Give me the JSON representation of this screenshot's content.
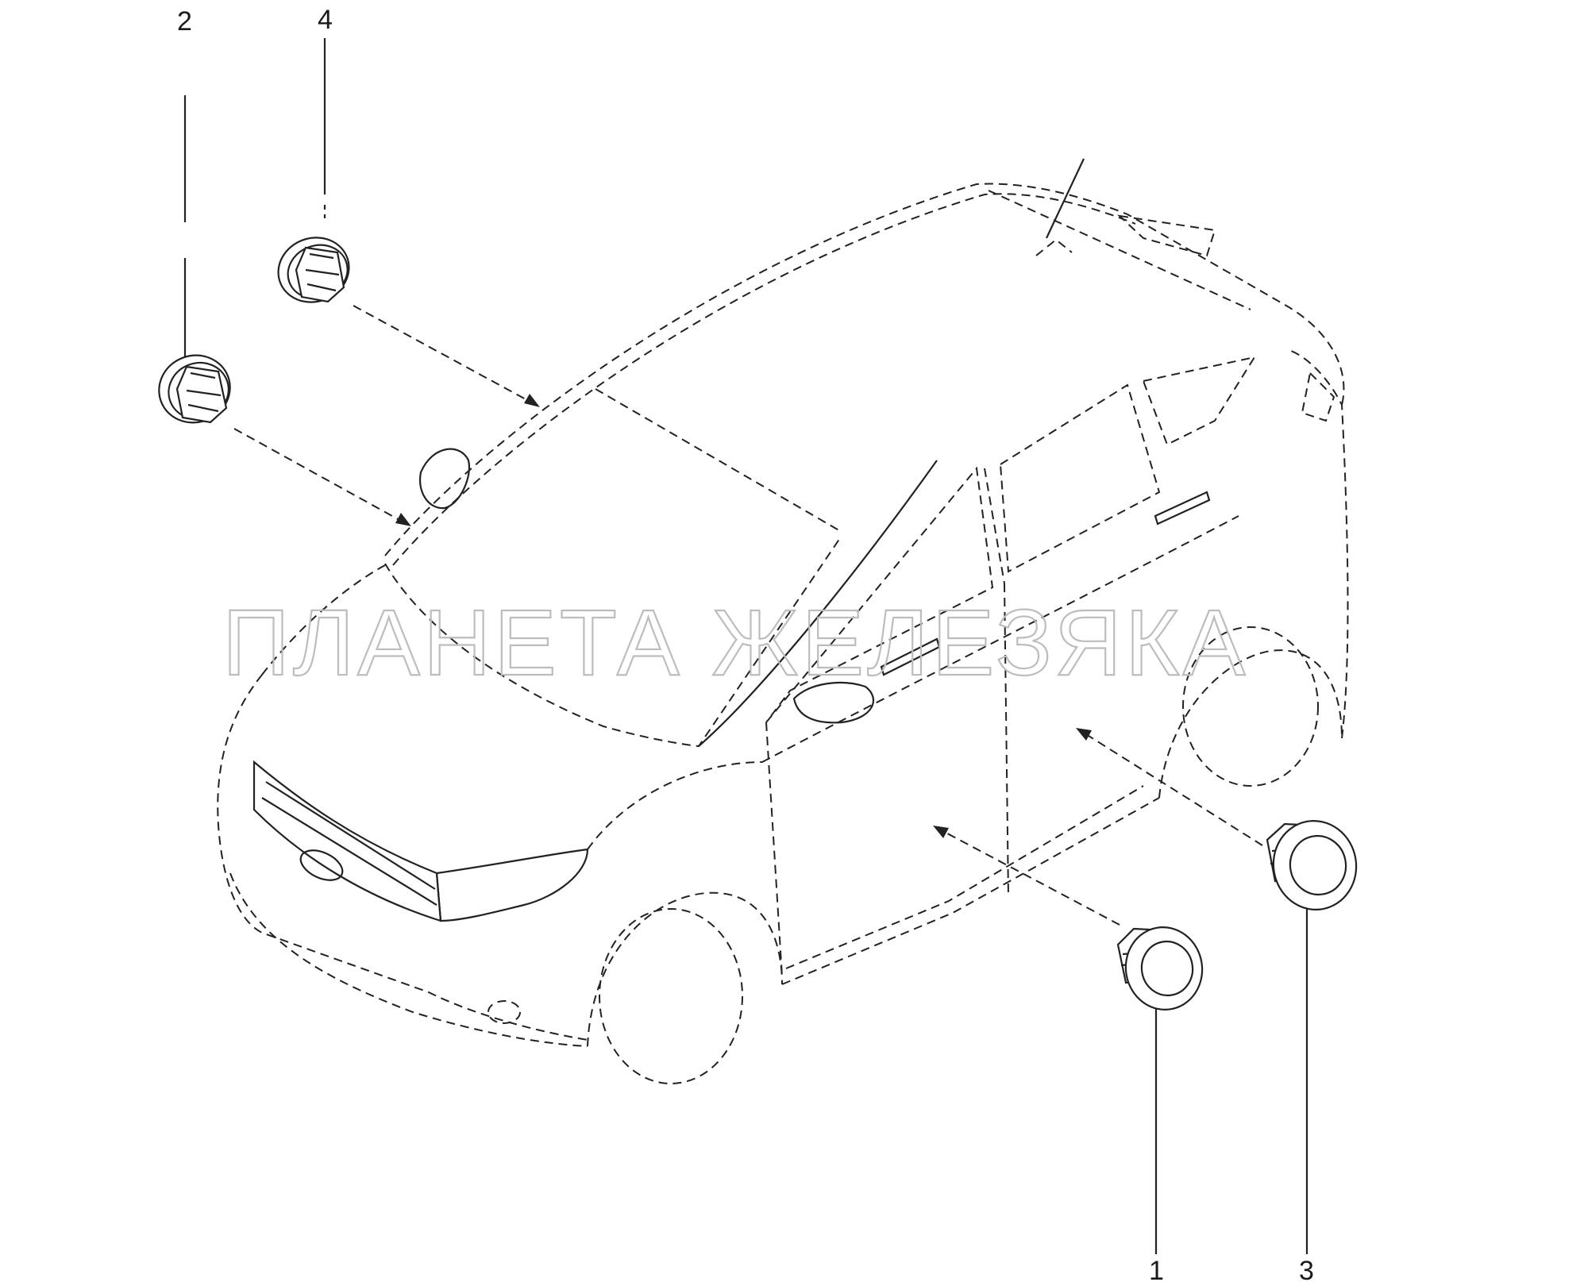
{
  "callouts": {
    "c1": "1",
    "c2": "2",
    "c3": "3",
    "c4": "4"
  },
  "watermark": "ПЛАНЕТА ЖЕЛЕЗЯКА",
  "colors": {
    "line": "#222222",
    "watermark": "#bdbdbd",
    "background": "#ffffff"
  }
}
